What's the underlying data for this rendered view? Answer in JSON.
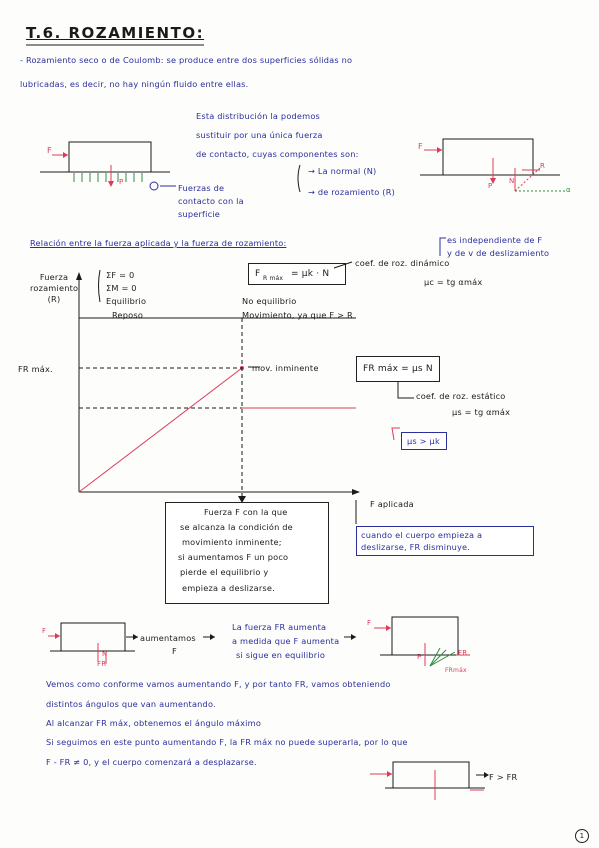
{
  "title": "T.6. ROZAMIENTO:",
  "intro": {
    "line1": "- Rozamiento seco o de Coulomb: se produce entre dos superficies sólidas no",
    "line2": "lubricadas, es decir, no hay ningún fluido entre ellas."
  },
  "fig1": {
    "note1": "Esta distribución la podemos",
    "note2": "sustituir por una única fuerza",
    "note3": "de contacto, cuyas componentes son:",
    "comp_n": "→ La normal (N)",
    "comp_r": "→ de rozamiento (R)",
    "forces": "Fuerzas de",
    "forces2": "contacto con la",
    "forces3": "superficie",
    "f_label": "F",
    "n_label": "N",
    "p_label": "P",
    "r_label": "R",
    "a_label": "α"
  },
  "relation": {
    "heading": "Relación entre la fuerza aplicada y la fuerza de rozamiento:",
    "indep1": "es independiente de F",
    "indep2": "y de v de deslizamiento",
    "fr_formula_left": "F",
    "fr_formula_sub": "R máx",
    "fr_formula_right": "= μk · N",
    "coef_dyn": "coef. de roz. dinámico",
    "tan_dyn": "μc = tg αmáx",
    "eq1": "ΣF = 0",
    "eq2": "ΣM = 0",
    "equilibrio": "Equilibrio",
    "reposo": "Reposo",
    "no_equilibrio": "No equilibrio",
    "movimiento": "Movimiento, ya que F > R",
    "y_axis": "Fuerza rozamiento (R)",
    "fr_max": "FR máx.",
    "mov_inminente": "mov. inminente",
    "box_formula": "FR máx = μs N",
    "coef_static": "coef. de roz. estático",
    "tan_static": "μs = tg αmáx",
    "ineq": "μs > μk",
    "x_axis": "F aplicada"
  },
  "explain_box": {
    "lines": [
      "Fuerza F con la que",
      "se alcanza la condición de",
      "movimiento inminente;",
      "si aumentamos F un poco",
      "pierde el equilibrio y",
      "empieza a deslizarse."
    ]
  },
  "side_box": {
    "lines": [
      "cuando el cuerpo empieza a",
      "deslizarse, FR disminuye."
    ]
  },
  "fig2": {
    "aumentamos": "aumentamos",
    "f_under": "F",
    "note1": "La fuerza FR aumenta",
    "note2": "a medida que F aumenta",
    "note3": "si sigue en equilibrio",
    "labels": [
      "F",
      "N",
      "FR",
      "FR",
      "P",
      "FRmáx"
    ]
  },
  "bottom": {
    "line1": "Vemos como conforme vamos aumentando F, y por tanto FR, vamos obteniendo",
    "line2": "distintos ángulos que van aumentando.",
    "line3": "Al alcanzar FR máx, obtenemos el ángulo máximo",
    "line4": "Si seguimos en este punto aumentando F, la FR máx no puede superarla, por lo que",
    "line5": "F - FR ≠ 0, y el cuerpo comenzará a desplazarse.",
    "f_gt": "F > FR"
  },
  "page_number": "1"
}
